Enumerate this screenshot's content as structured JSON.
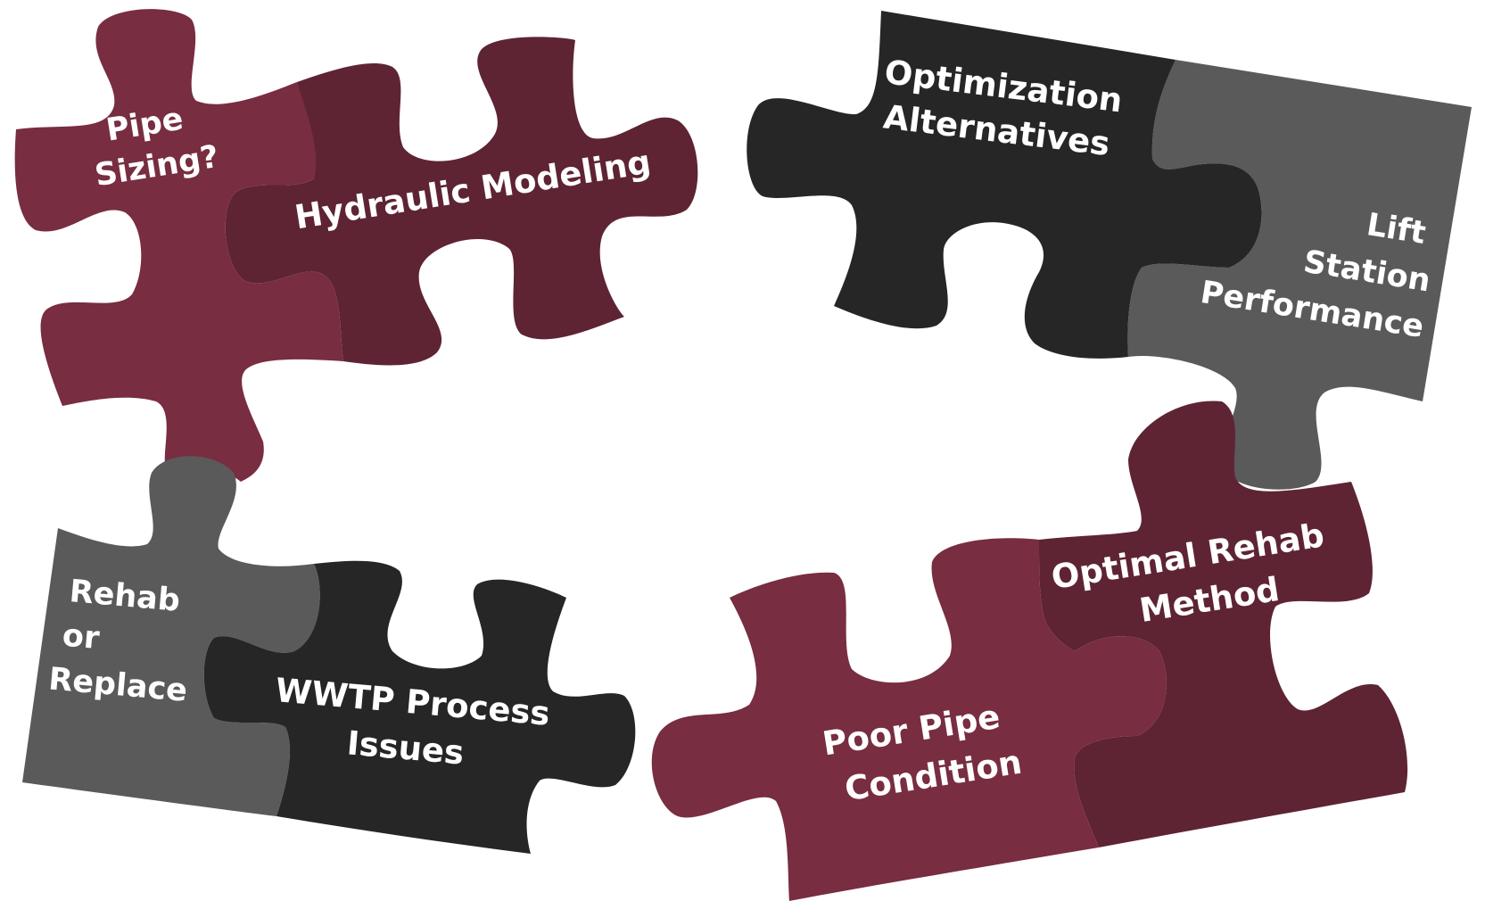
{
  "colors": {
    "maroon_light": "#782d40",
    "maroon_dark": "#5e2433",
    "charcoal": "#262626",
    "gray": "#5a5a5a",
    "text": "#ffffff"
  },
  "pieces": {
    "pipe_sizing": [
      "Pipe",
      "Sizing?"
    ],
    "hydraulic_modeling": [
      "Hydraulic Modeling"
    ],
    "optimization": [
      "Optimization",
      "Alternatives"
    ],
    "lift_station": [
      "Lift",
      "Station",
      "Performance"
    ],
    "rehab_replace": [
      "Rehab",
      "or",
      "Replace"
    ],
    "wwtp": [
      "WWTP Process",
      "Issues"
    ],
    "optimal_rehab": [
      "Optimal Rehab",
      "Method"
    ],
    "poor_pipe": [
      "Poor Pipe",
      "Condition"
    ]
  }
}
